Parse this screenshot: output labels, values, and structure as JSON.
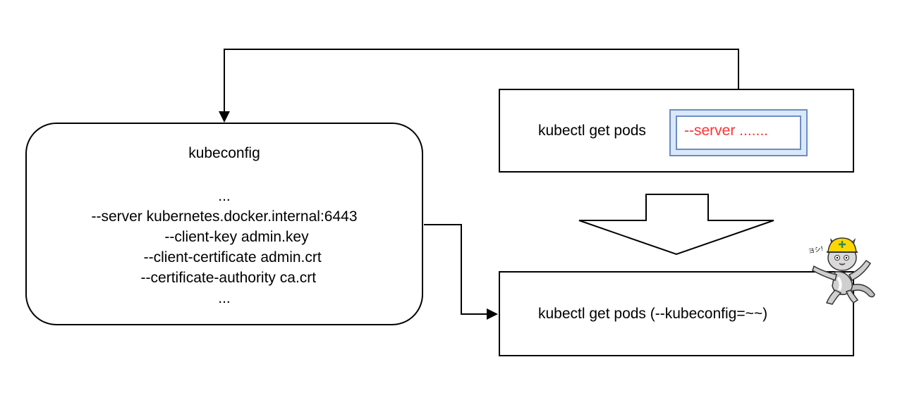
{
  "kubeconfig": {
    "title": "kubeconfig",
    "lines": [
      "...",
      "--server kubernetes.docker.internal:6443",
      "      --client-key admin.key",
      "    --client-certificate admin.crt",
      "  --certificate-authority ca.crt",
      "..."
    ]
  },
  "top_command": {
    "label": "kubectl get pods",
    "flag": "--server ......."
  },
  "bottom_command": {
    "label": "kubectl get pods (--kubeconfig=~~)"
  },
  "mascot": {
    "speech": "ヨシ!"
  },
  "colors": {
    "flag_text": "#ff3333",
    "flag_fill": "#dae8fc",
    "flag_border": "#6c8ebf",
    "mascot_helmet": "#ffd700"
  }
}
